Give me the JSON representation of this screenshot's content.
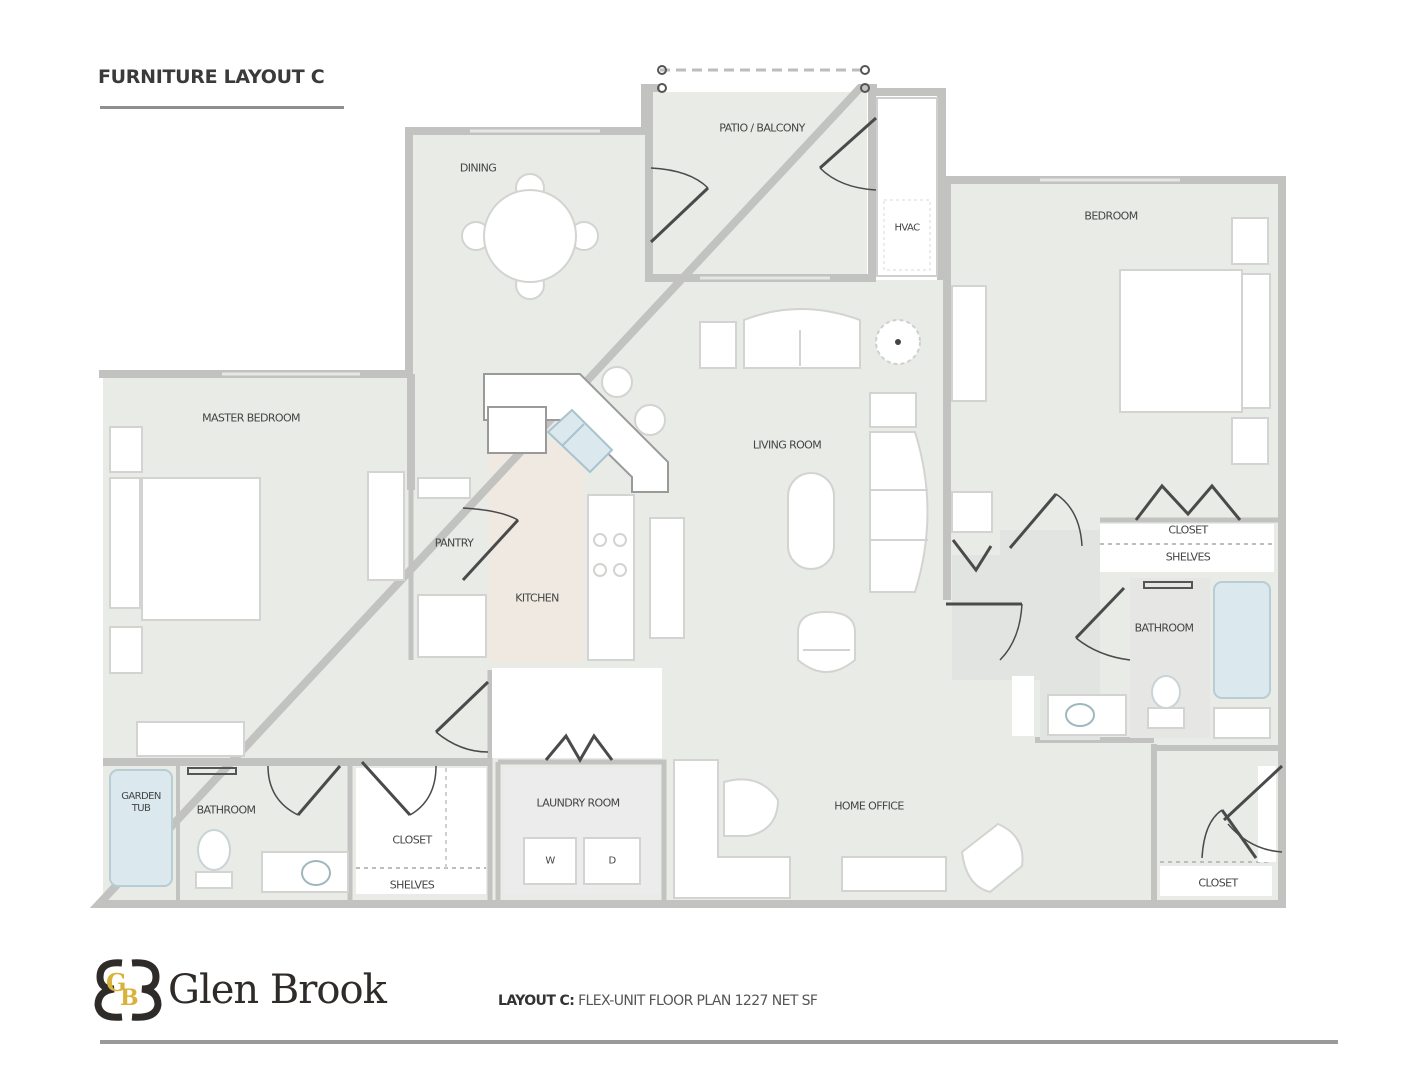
{
  "header": {
    "title": "FURNITURE LAYOUT C"
  },
  "brand": {
    "name": "Glen Brook",
    "monogram": "GB",
    "colors": {
      "gold": "#d9b23a",
      "dark": "#2f2b28"
    }
  },
  "caption": {
    "prefix": "LAYOUT C:",
    "text": "FLEX-UNIT FLOOR PLAN 1227 NET SF"
  },
  "plan": {
    "colors": {
      "floor": "#e9ebe7",
      "wall": "#c2c3c1",
      "furniture": "#ffffff",
      "door": "#4a4a4a",
      "water": "#dbe9ef",
      "kitchen_floor": "#efe9e2"
    },
    "rooms": {
      "dining": "DINING",
      "patio": "PATIO / BALCONY",
      "hvac": "HVAC",
      "bedroom": "BEDROOM",
      "master_bedroom": "MASTER BEDROOM",
      "living_room": "LIVING ROOM",
      "pantry": "PANTRY",
      "kitchen": "KITCHEN",
      "closet_right": "CLOSET",
      "shelves_right": "SHELVES",
      "bathroom_right": "BATHROOM",
      "garden_tub": "GARDEN TUB",
      "bathroom_master": "BATHROOM",
      "closet_master": "CLOSET",
      "shelves_master": "SHELVES",
      "laundry": "LAUNDRY ROOM",
      "washer": "W",
      "dryer": "D",
      "home_office": "HOME OFFICE",
      "closet_office": "CLOSET"
    }
  }
}
